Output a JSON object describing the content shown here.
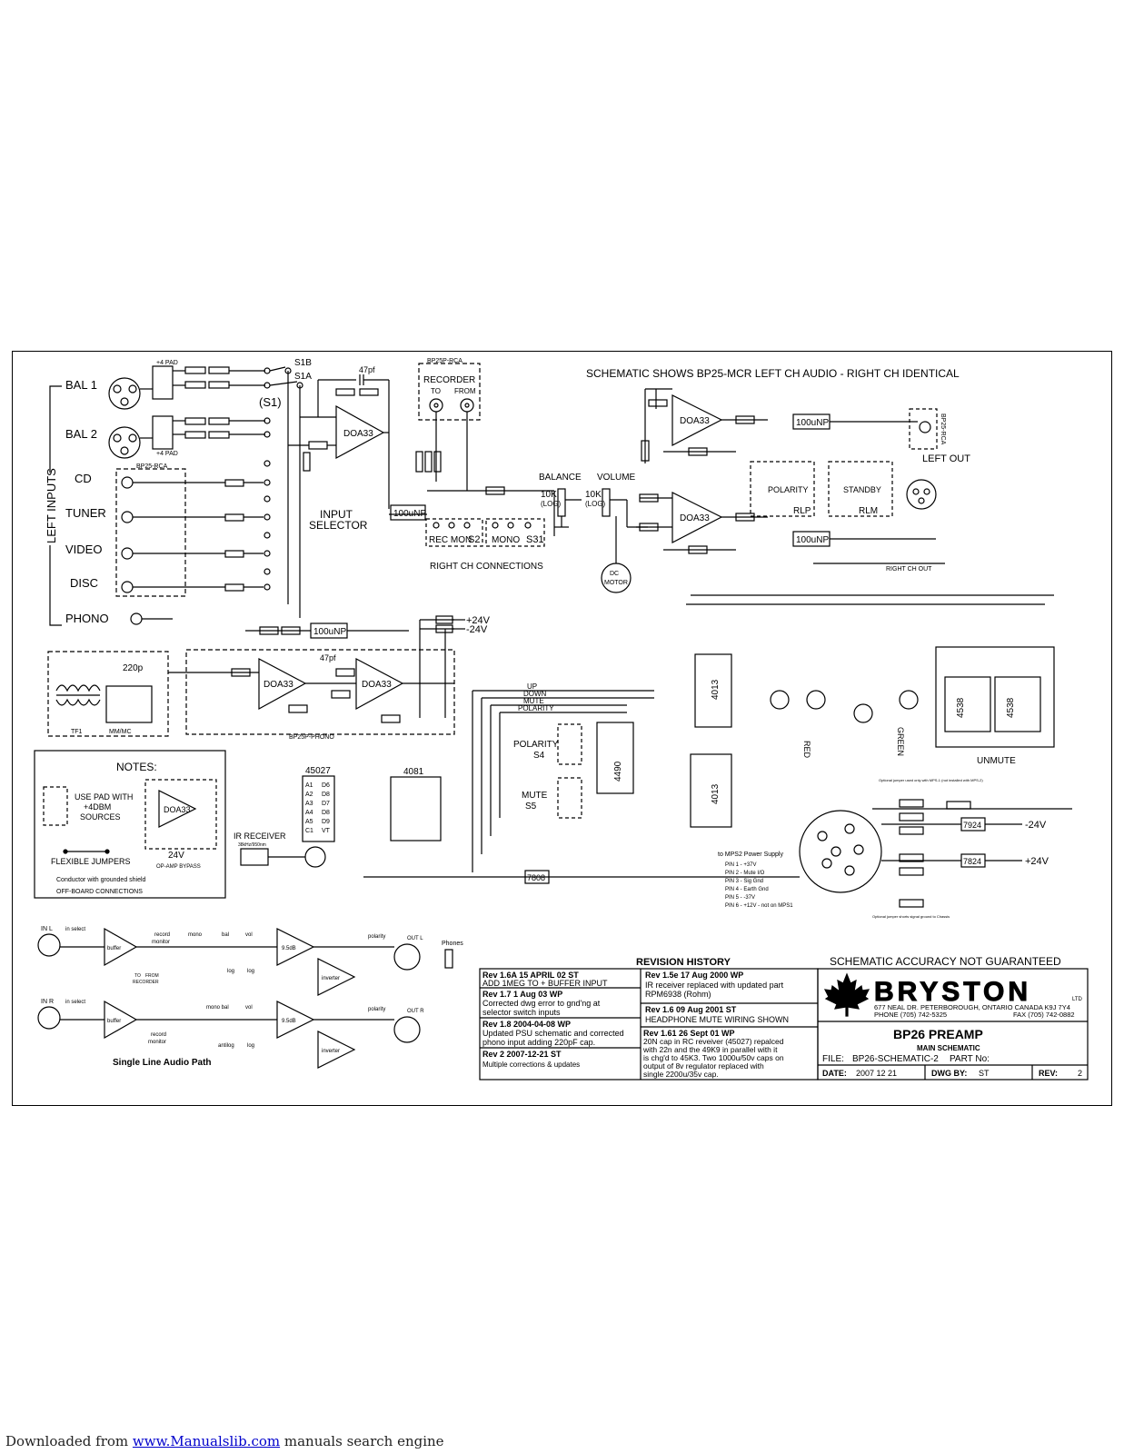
{
  "schematic": {
    "header": "SCHEMATIC SHOWS BP25-MCR LEFT CH AUDIO - RIGHT CH IDENTICAL",
    "left_inputs_label": "LEFT INPUTS",
    "inputs": [
      "BAL 1",
      "BAL 2",
      "CD",
      "TUNER",
      "VIDEO",
      "DISC",
      "PHONO"
    ],
    "pad_labels": [
      "+4 PAD",
      "+4 PAD"
    ],
    "rca_board": "BP25-RCA",
    "s1_label": "(S1)",
    "s1a": "S1A",
    "s1b": "S1B",
    "input_selector": [
      "INPUT",
      "SELECTOR"
    ],
    "doa_label": "DOA33",
    "cap_47pf": "47pf",
    "cap_100unp": "100uNP",
    "recorder_board": "BP25P-RCA",
    "recorder": "RECORDER",
    "recorder_to": "TO",
    "recorder_from": "FROM",
    "rec_mon": "REC MON",
    "s2": "S2",
    "mono": "MONO",
    "s31": "S31",
    "right_ch_connections": "RIGHT CH CONNECTIONS",
    "balance": "BALANCE",
    "volume": "VOLUME",
    "pot_10k": "10K",
    "pot_log": "(LOG)",
    "dc_motor": [
      "DC",
      "MOTOR"
    ],
    "polarity": "POLARITY",
    "standby": "STANDBY",
    "rlp": "RLP",
    "rlm": "RLM",
    "left_out": "LEFT OUT",
    "rca_out_board": "BP25-RCA",
    "right_ch_out": "RIGHT CH OUT",
    "supply_plus": "+24V",
    "supply_minus": "-24V",
    "phono_board": "BP25P-PHONO",
    "mm_mc": "MM/MC",
    "tf1": "TF1",
    "bus_labels": [
      "UP",
      "DOWN",
      "MUTE",
      "POLARITY"
    ],
    "polarity_s4": [
      "POLARITY",
      "S4"
    ],
    "mute_s5": [
      "MUTE",
      "S5"
    ],
    "ic_45027": "45027",
    "ic_4081": "4081",
    "ic_4490": "4490",
    "ic_4013": "4013",
    "ic_4538": "4538",
    "ir_receiver": [
      "IR RECEIVER",
      "38kHz/950nm"
    ],
    "red": "RED",
    "green": "GREEN",
    "unmute": "UNMUTE",
    "reg_7808": "7808",
    "reg_7924": "7924",
    "reg_7824": "7824",
    "v_minus24": "-24V",
    "v_plus24": "+24V",
    "mps2_title": "to MPS2 Power Supply",
    "mps2_pins": [
      "PIN 1 - +37V",
      "PIN 2 - Mute I/O",
      "PIN 3 - Sig Gnd",
      "PIN 4 - Earth Gnd",
      "PIN 5 - -37V",
      "PIN 6 - +12V - not on MPS1"
    ],
    "optional_jumper": "Optional jumper used only with MPS-1 (not installed with MPS-2)",
    "optional_jumper2": "Optional jumper shorts signal ground to Chassis",
    "notes": {
      "title": "NOTES:",
      "pad_text": [
        "USE PAD WITH",
        "+4DBM",
        "SOURCES"
      ],
      "opamp": "DOA33",
      "opamp_bypass": "OP-AMP BYPASS",
      "flexible_jumpers": "FLEXIBLE JUMPERS",
      "shield": "Conductor with grounded shield",
      "offboard": "OFF-BOARD CONNECTIONS",
      "v24": "24V"
    },
    "single_line": {
      "title": "Single Line Audio Path",
      "in_l": "IN L",
      "in_r": "IN R",
      "in_select": "in select",
      "buffer": "buffer",
      "record_monitor": [
        "record",
        "monitor"
      ],
      "to_from": [
        "TO",
        "FROM",
        "RECORDER"
      ],
      "mono": "mono",
      "bal": "bal",
      "vol": "vol",
      "log": "log",
      "antilog": "antilog",
      "mono_bal": "mono bal",
      "gain": "9.5dB",
      "inverter": "inverter",
      "polarity": "polarity",
      "out_l": "OUT L",
      "out_r": "OUT R",
      "phones": "Phones"
    }
  },
  "revision_history": {
    "title": "REVISION HISTORY",
    "left": [
      {
        "head": "Rev 1.6A  15 APRIL 02  ST",
        "lines": [
          "ADD 1MEG TO + BUFFER INPUT"
        ]
      },
      {
        "head": "Rev 1.7      1 Aug 03     WP",
        "lines": [
          "Corrected dwg error to gnd'ng at",
          "selector switch inputs"
        ]
      },
      {
        "head": "Rev 1.8          2004-04-08     WP",
        "lines": [
          "Updated PSU schematic and corrected",
          "phono input adding 220pF cap."
        ]
      },
      {
        "head": "Rev 2      2007-12-21     ST",
        "lines": [
          "Multiple corrections & updates"
        ]
      }
    ],
    "right": [
      {
        "head": "Rev 1.5e   17 Aug 2000   WP",
        "lines": [
          "IR receiver replaced with updated part",
          "RPM6938 (Rohm)"
        ]
      },
      {
        "head": "Rev 1.6  09 Aug 2001  ST",
        "lines": [
          "HEADPHONE MUTE WIRING SHOWN"
        ]
      },
      {
        "head": "Rev 1.61     26 Sept 01     WP",
        "lines": [
          "20N cap in RC reveiver (45027) repalced",
          "with 22n and the 49K9 in parallel with it",
          "is chg'd to 45K3. Two 1000u/50v caps on",
          "output of 8v regulator replaced with",
          "single 2200u/35v cap."
        ]
      }
    ]
  },
  "title_block": {
    "accuracy": "SCHEMATIC ACCURACY NOT GUARANTEED",
    "brand": "BRYSTON",
    "brand_suffix": "LTD",
    "address": "677 NEAL DR. PETERBOROUGH, ONTARIO CANADA K9J 7Y4",
    "phone": "PHONE (705) 742-5325",
    "fax": "FAX (705) 742-0882",
    "product": "BP26 PREAMP",
    "subtitle": "MAIN SCHEMATIC",
    "file_label": "FILE:",
    "file": "BP26-SCHEMATIC-2",
    "part_label": "PART No:",
    "date_label": "DATE:",
    "date": "2007 12 21",
    "dwg_label": "DWG BY:",
    "dwg_by": "ST",
    "rev_label": "REV:",
    "rev": "2"
  },
  "footer": {
    "prefix": "Downloaded from ",
    "link": "www.Manualslib.com",
    "suffix": " manuals search engine"
  }
}
